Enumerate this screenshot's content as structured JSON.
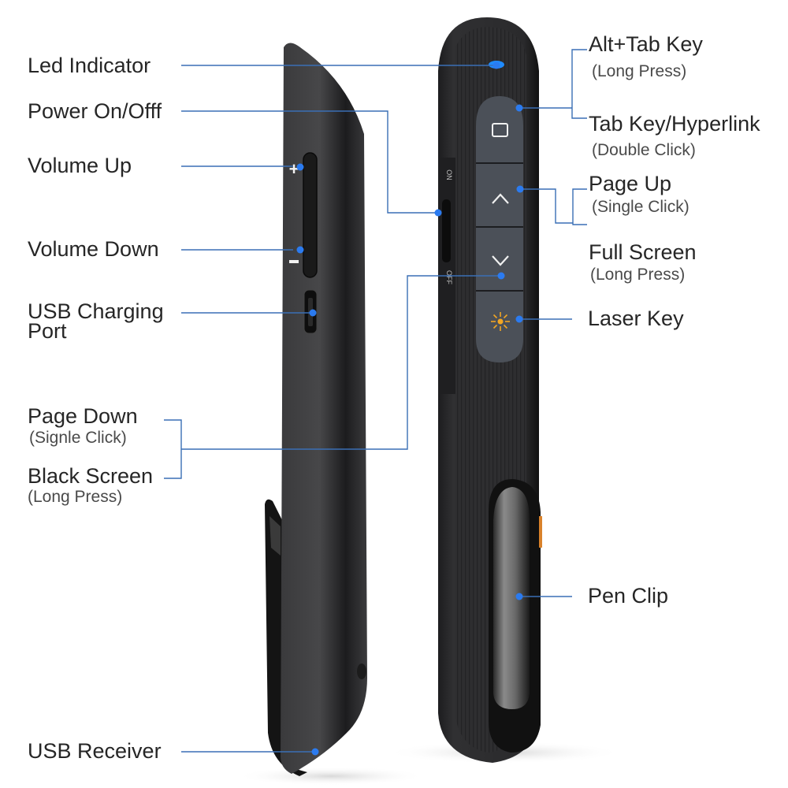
{
  "colors": {
    "callout_line": "#3a6fb5",
    "callout_dot": "#2b7bf0",
    "led": "#1f8bff",
    "device_body": "#2c2c2e",
    "button_face": "#4b5058",
    "laser_icon": "#f2a623",
    "label_text": "#262626",
    "sub_text": "#4a4a4a"
  },
  "left_labels": [
    {
      "id": "led-indicator",
      "title": "Led Indicator"
    },
    {
      "id": "power-on-off",
      "title": "Power On/Offf"
    },
    {
      "id": "volume-up",
      "title": "Volume Up"
    },
    {
      "id": "volume-down",
      "title": "Volume Down"
    },
    {
      "id": "usb-charging-port",
      "title": "USB Charging Port"
    },
    {
      "id": "page-down",
      "title": "Page Down",
      "note": "(Signle Click)"
    },
    {
      "id": "black-screen",
      "title": "Black Screen",
      "note": "(Long Press)"
    },
    {
      "id": "usb-receiver",
      "title": "USB Receiver"
    }
  ],
  "right_labels": [
    {
      "id": "alt-tab-key",
      "title": "Alt+Tab Key",
      "note": "(Long Press)"
    },
    {
      "id": "tab-key-hyperlink",
      "title": "Tab Key/Hyperlink",
      "note": "(Double Click)"
    },
    {
      "id": "page-up",
      "title": "Page Up",
      "note": "(Single Click)"
    },
    {
      "id": "full-screen",
      "title": "Full Screen",
      "note": "(Long Press)"
    },
    {
      "id": "laser-key",
      "title": "Laser Key"
    },
    {
      "id": "pen-clip",
      "title": "Pen Clip"
    }
  ],
  "device_markings": {
    "volume_plus": "+",
    "volume_minus": "−",
    "switch_on": "ON",
    "switch_off": "OFF"
  },
  "buttons": [
    {
      "id": "window-button",
      "icon": "square-icon"
    },
    {
      "id": "up-button",
      "icon": "chevron-up-icon"
    },
    {
      "id": "down-button",
      "icon": "chevron-down-icon"
    },
    {
      "id": "laser-button",
      "icon": "sun-icon"
    }
  ]
}
